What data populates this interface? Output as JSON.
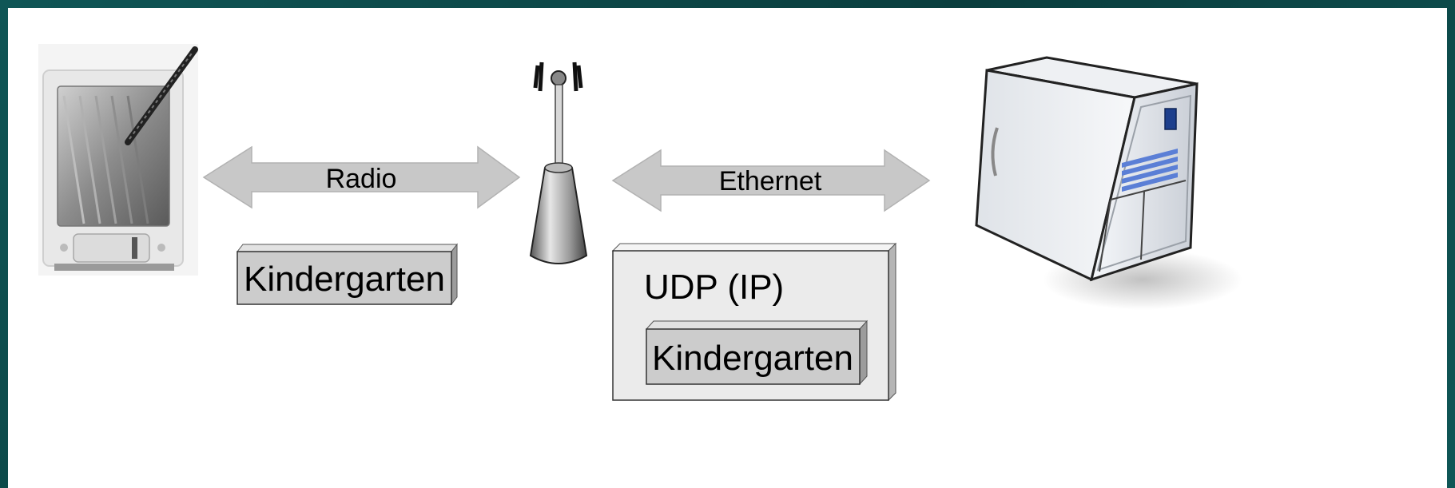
{
  "diagram": {
    "links": {
      "radio": "Radio",
      "ethernet": "Ethernet"
    },
    "packets": {
      "left_payload": "Kindergarten",
      "right_wrapper": "UDP (IP)",
      "right_payload": "Kindergarten"
    },
    "nodes": {
      "left": "pda-device-icon",
      "middle": "antenna-base-station-icon",
      "right": "server-tower-icon"
    }
  },
  "colors": {
    "background": "#ffffff",
    "frame": "#0d4a4a",
    "arrow_fill": "#c8c8c8",
    "box_fill": "#cccccc",
    "wrapper_fill": "#ebebeb"
  }
}
